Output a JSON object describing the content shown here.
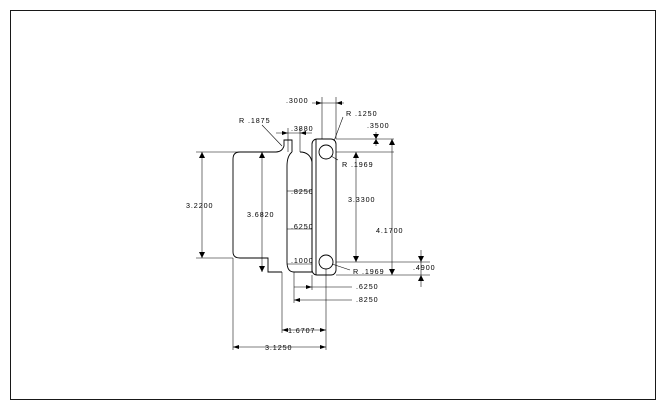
{
  "drawing": {
    "dimensions": {
      "top_width": ".3000",
      "corner_radius_top": "R .1250",
      "corner_radius_left": "R .1875",
      "gap_width": ".3880",
      "hole_offset_top": ".3500",
      "hole_radius_top": "R .1969",
      "hole_radius_bottom": "R .1969",
      "inner_width": ".8250",
      "slot_width": ".6250",
      "slot_offset": ".1000",
      "overall_height_left": "3.2200",
      "inner_height": "3.6820",
      "hole_spacing": "3.3300",
      "overall_height_right": "4.1700",
      "hole_offset_bottom": ".4900",
      "bottom_width_a": ".6250",
      "bottom_width_b": ".8250",
      "center_offset": "1.6707",
      "overall_width": "3.1250"
    }
  }
}
